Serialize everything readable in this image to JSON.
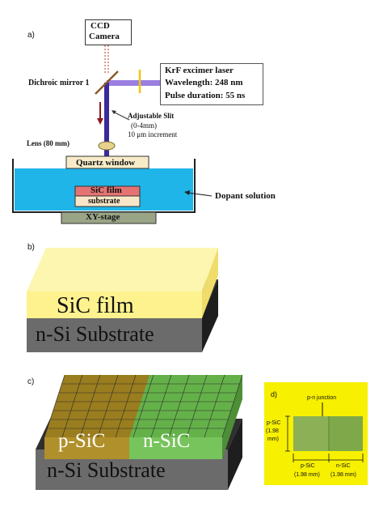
{
  "panels": {
    "a": {
      "label": "a)",
      "ccd": {
        "line1": "CCD",
        "line2": "Camera"
      },
      "laser": {
        "title": "KrF excimer laser",
        "wavelength": "Wavelength: 248 nm",
        "pulse": "Pulse duration: 55 ns"
      },
      "dichroic": "Dichroic mirror 1",
      "slit": {
        "line1": "Adjustable Slit",
        "line2": "(0-4mm)",
        "line3": "10 μm increment"
      },
      "lens": "Lens (80 mm)",
      "quartz": "Quartz window",
      "sic_film": "SiC film",
      "substrate": "substrate",
      "xy_stage": "XY-stage",
      "dopant": "Dopant solution"
    },
    "b": {
      "label": "b)",
      "film": "SiC film",
      "substrate": "n-Si Substrate"
    },
    "c": {
      "label": "c)",
      "p": "p-SiC",
      "n": "n-SiC",
      "substrate": "n-Si Substrate"
    },
    "d": {
      "label": "d)",
      "junction": "p-n junction",
      "left_a": "p-SiC",
      "left_b": "(1.98",
      "left_c": "mm)",
      "bottom_p_a": "p-SiC",
      "bottom_p_b": "(1.98 mm)",
      "bottom_n_a": "n-SiC",
      "bottom_n_b": "(1.98 mm)"
    }
  },
  "colors": {
    "yellow": "#fdf28e",
    "solution": "#1fb5e8",
    "sic_film": "#e57373",
    "substrate_box": "#f8e6c8",
    "stage": "#9aa486",
    "laser_beam": "#9b7fe0",
    "psic": "#9a7d1f",
    "nsic": "#64b14a",
    "dark_layer": "#3a3a3a",
    "gray_layer": "#6b6b6b"
  }
}
